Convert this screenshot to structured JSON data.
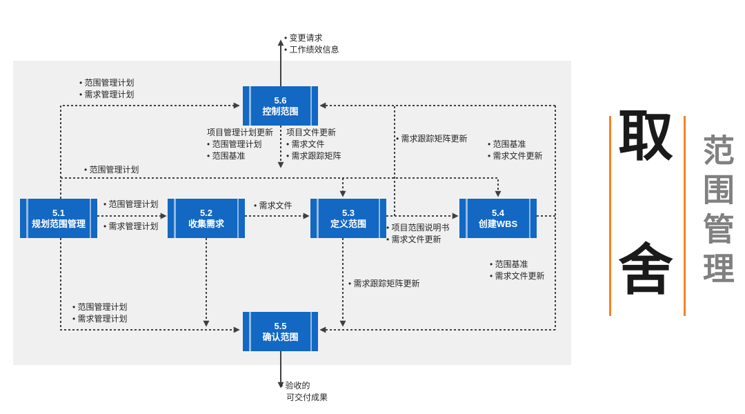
{
  "diagram": {
    "processes": [
      {
        "id": "5.1",
        "name": "规划范围管理"
      },
      {
        "id": "5.2",
        "name": "收集需求"
      },
      {
        "id": "5.3",
        "name": "定义范围"
      },
      {
        "id": "5.4",
        "name": "创建WBS"
      },
      {
        "id": "5.5",
        "name": "确认范围"
      },
      {
        "id": "5.6",
        "name": "控制范围"
      }
    ],
    "flows": {
      "control_outputs_up": [
        "变更请求",
        "工作绩效信息"
      ],
      "plan_to_control": [
        "范围管理计划",
        "需求管理计划"
      ],
      "plan_along_line": "范围管理计划",
      "pm_plan_updates": {
        "header": "项目管理计划更新",
        "items": [
          "范围管理计划",
          "范围基准"
        ]
      },
      "project_doc_updates": {
        "header": "项目文件更新",
        "items": [
          "需求文件",
          "需求跟踪矩阵"
        ]
      },
      "rtm_update_to_control": "需求跟踪矩阵更新",
      "wbs_outputs_to_control": [
        "范围基准",
        "需求文件更新"
      ],
      "plan_to_collect": [
        "范围管理计划",
        "需求管理计划"
      ],
      "collect_to_define": "需求文件",
      "define_outputs": [
        "项目范围说明书",
        "需求文件更新"
      ],
      "wbs_outputs_to_validate": [
        "范围基准",
        "需求文件更新"
      ],
      "rtm_update_bottom": "需求跟踪矩阵更新",
      "plan_to_validate": [
        "范围管理计划",
        "需求管理计划"
      ],
      "validate_output_line1": "验收的",
      "validate_output_line2": "可交付成果"
    }
  },
  "side": {
    "headline_chars": [
      "取",
      "舍"
    ],
    "vertical_label": "范围管理"
  },
  "colors": {
    "process_fill": "#1268C2",
    "process_text": "#FFFFFF",
    "connector": "#3F3F3F",
    "label_text": "#262626",
    "accent_orange": "#F98125",
    "headline_black": "#1A1A1A",
    "side_label_gray": "#808080",
    "panel_gray": "#F0F0F0"
  }
}
